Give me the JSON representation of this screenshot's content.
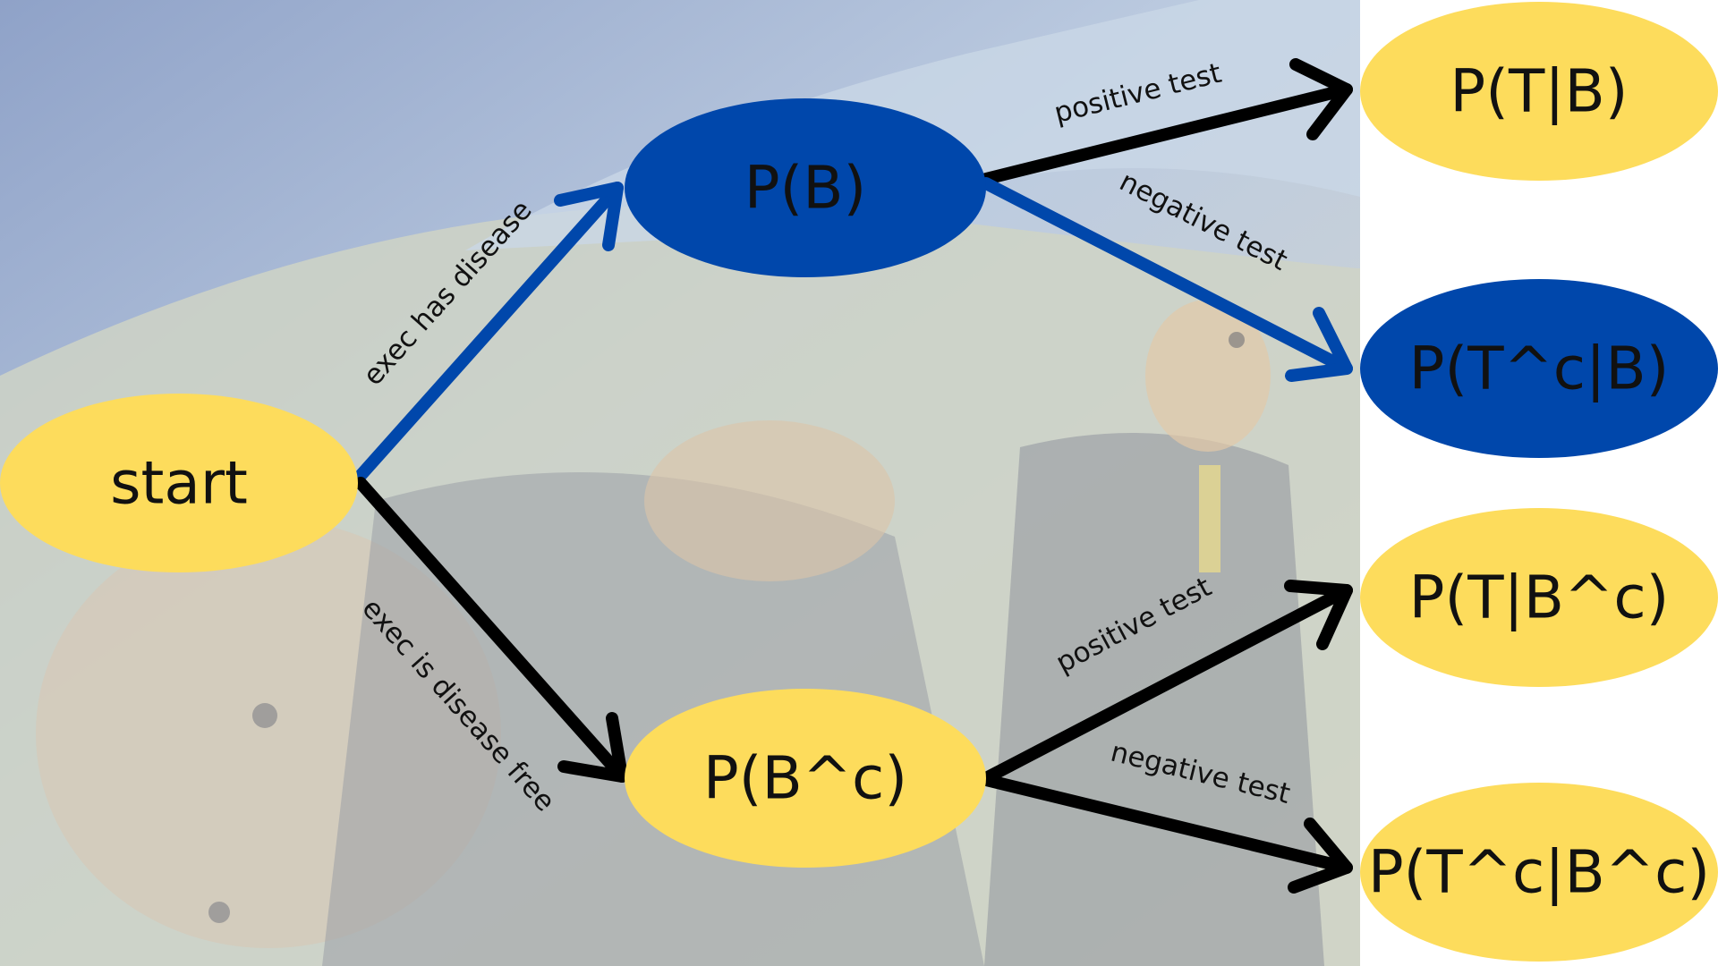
{
  "colors": {
    "yellow": "#fddc5c",
    "blue": "#0047ab",
    "black": "#000000",
    "dark_text": "#111111",
    "backdrop_sky": "#9fb4dc",
    "backdrop_scene": "#d9d4c4",
    "panel": "#ffffff"
  },
  "nodes": {
    "start": {
      "label": "start",
      "fill": "yellow"
    },
    "pb": {
      "label": "P(B)",
      "fill": "blue"
    },
    "pbc": {
      "label": "P(B^c)",
      "fill": "yellow"
    },
    "ptb": {
      "label": "P(T|B)",
      "fill": "yellow"
    },
    "ptcb": {
      "label": "P(T^c|B)",
      "fill": "blue"
    },
    "ptbc": {
      "label": "P(T|B^c)",
      "fill": "yellow"
    },
    "ptcbc": {
      "label": "P(T^c|B^c)",
      "fill": "yellow"
    }
  },
  "edges": {
    "has_disease": {
      "label": "exec has disease",
      "color": "blue"
    },
    "disease_free": {
      "label": "exec is disease free",
      "color": "black"
    },
    "b_positive": {
      "label": "positive test",
      "color": "black"
    },
    "b_negative": {
      "label": "negative test",
      "color": "blue"
    },
    "bc_positive": {
      "label": "positive test",
      "color": "black"
    },
    "bc_negative": {
      "label": "negative test",
      "color": "black"
    }
  }
}
